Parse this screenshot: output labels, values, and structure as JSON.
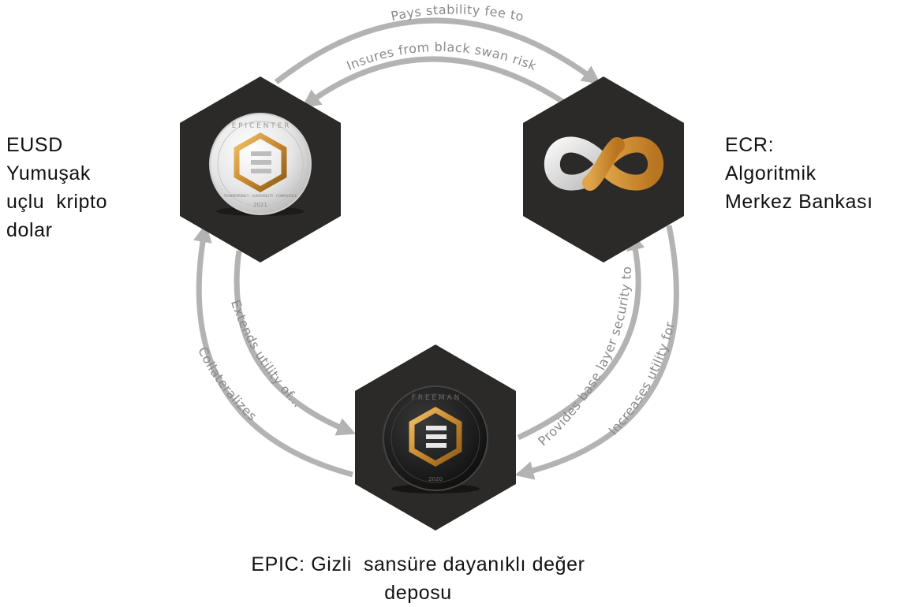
{
  "nodes": {
    "eusd": {
      "label_lines": [
        "EUSD",
        "Yumuşak",
        "uçlu  kripto",
        "dolar"
      ],
      "icon": "silver-epicenter-coin-icon",
      "coin_ring_text": "E P I C E N T E R",
      "coin_caption": "TRANSPARENCY · AUDITABILITY · COMPLIANCE",
      "coin_year": "2021"
    },
    "ecr": {
      "label_lines": [
        "ECR:",
        "Algoritmik",
        "Merkez Bankası"
      ],
      "icon": "gold-silver-infinity-icon"
    },
    "epic": {
      "label_lines": [
        "EPIC: Gizli  sansüre dayanıklı değer",
        "deposu"
      ],
      "icon": "black-freeman-coin-icon",
      "coin_ring_text": "F R E E M A N",
      "coin_year": "2020"
    }
  },
  "edges": {
    "eusd_to_ecr": "Pays stability fee to",
    "ecr_to_eusd": "Insures from black swan risk",
    "eusd_to_epic": "Extends utility of...",
    "epic_to_eusd": "Collateralizes",
    "epic_to_ecr": "Provides base layer security to",
    "ecr_to_epic": "Increases utility for"
  },
  "colors": {
    "hexagon": "#2c2a29",
    "arrow": "#b3b3b3",
    "gold": "#c8892e",
    "silver": "#d9d9d9"
  }
}
